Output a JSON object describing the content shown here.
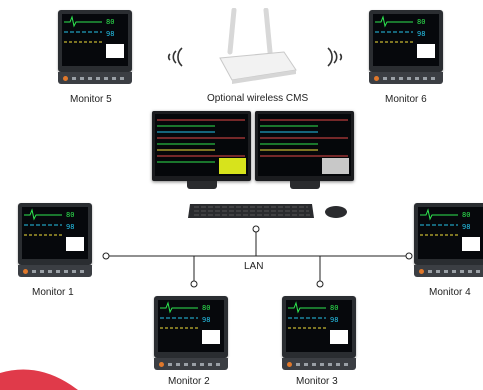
{
  "labels": {
    "monitor1": "Monitor 1",
    "monitor2": "Monitor 2",
    "monitor3": "Monitor 3",
    "monitor4": "Monitor 4",
    "monitor5": "Monitor 5",
    "monitor6": "Monitor 6",
    "cms": "Optional wireless CMS",
    "lan": "LAN"
  },
  "colors": {
    "ecg": "#2ee64f",
    "spo2": "#25c3ea",
    "resp": "#f4e13a",
    "nibp": "#e34848",
    "bezel": "#2a2d31",
    "accent": "#e0782b"
  },
  "icons": [
    "wireless-router-icon",
    "wifi-signal-icon",
    "patient-monitor-icon",
    "central-station-icon",
    "keyboard-icon",
    "mouse-icon"
  ]
}
